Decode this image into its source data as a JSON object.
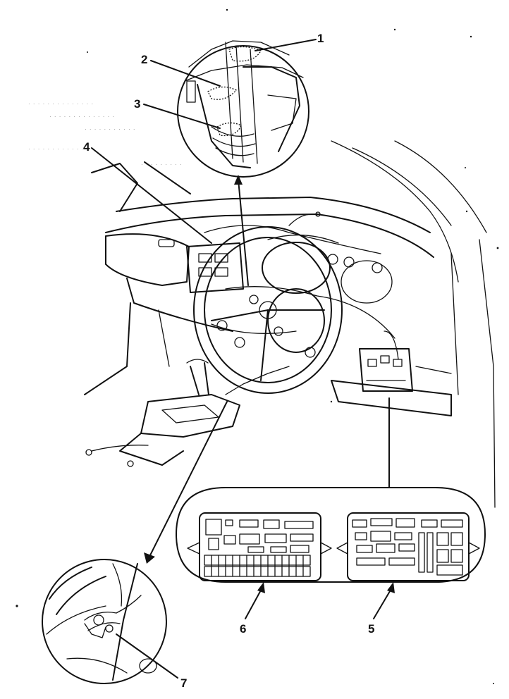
{
  "callouts": [
    "1",
    "2",
    "3",
    "4",
    "5",
    "6",
    "7"
  ],
  "colors": {
    "line": "#111111",
    "background": "#ffffff",
    "faint_text": "#888888"
  }
}
